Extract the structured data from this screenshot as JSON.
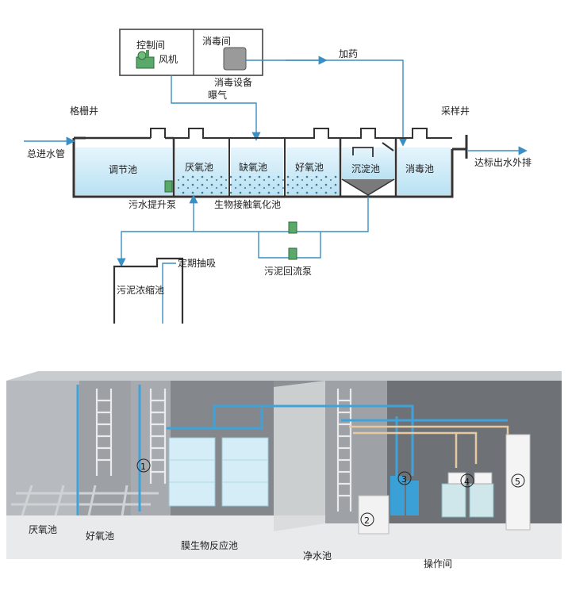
{
  "top": {
    "control_room": "控制间",
    "blower": "风机",
    "disinfect_room": "消毒间",
    "disinfect_equipment": "消毒设备",
    "dosing": "加药",
    "aeration": "曝气",
    "grille_well": "格栅井",
    "sampling_well": "采样井",
    "main_inlet": "总进水管",
    "outlet": "达标出水外排",
    "tanks": {
      "regulating": "调节池",
      "anaerobic": "厌氧池",
      "anoxic": "缺氧池",
      "aerobic": "好氧池",
      "sedimentation": "沉淀池",
      "disinfection": "消毒池"
    },
    "lift_pump": "污水提升泵",
    "biocontact": "生物接触氧化池",
    "sludge_return_pump": "污泥回流泵",
    "sludge_thickener": "污泥浓缩池",
    "periodic_suction": "定期抽吸"
  },
  "bottom": {
    "labels": {
      "anaerobic": "厌氧池",
      "aerobic": "好氧池",
      "mbr": "膜生物反应池",
      "clean_water": "净水池",
      "operation_room": "操作间"
    },
    "markers": [
      "1",
      "2",
      "3",
      "4",
      "5"
    ]
  }
}
